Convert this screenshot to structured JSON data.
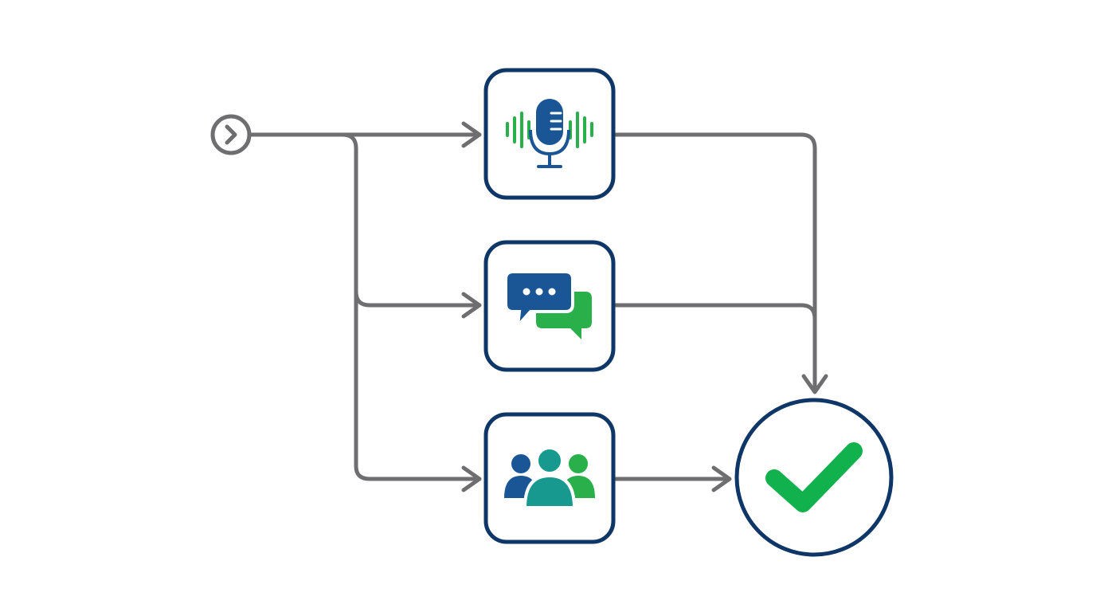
{
  "colors": {
    "background": "#ffffff",
    "node_border": "#0e3767",
    "connector": "#6e6e70",
    "primary_blue": "#1a5696",
    "secondary_green": "#29b04a",
    "teal": "#17998f",
    "check_green": "#11b24d"
  },
  "nodes": [
    {
      "id": "start",
      "icon": "chevron-right-icon",
      "shape": "small-circle"
    },
    {
      "id": "voice",
      "icon": "microphone-with-sound-waves-icon",
      "shape": "rounded-square"
    },
    {
      "id": "chat",
      "icon": "chat-bubbles-icon",
      "shape": "rounded-square"
    },
    {
      "id": "team",
      "icon": "people-group-icon",
      "shape": "rounded-square"
    },
    {
      "id": "done",
      "icon": "checkmark-icon",
      "shape": "large-circle"
    }
  ],
  "edges": [
    {
      "from": "start",
      "to": "voice"
    },
    {
      "from": "start",
      "to": "chat"
    },
    {
      "from": "start",
      "to": "team"
    },
    {
      "from": "voice",
      "to": "done"
    },
    {
      "from": "chat",
      "to": "done"
    },
    {
      "from": "team",
      "to": "done"
    }
  ]
}
